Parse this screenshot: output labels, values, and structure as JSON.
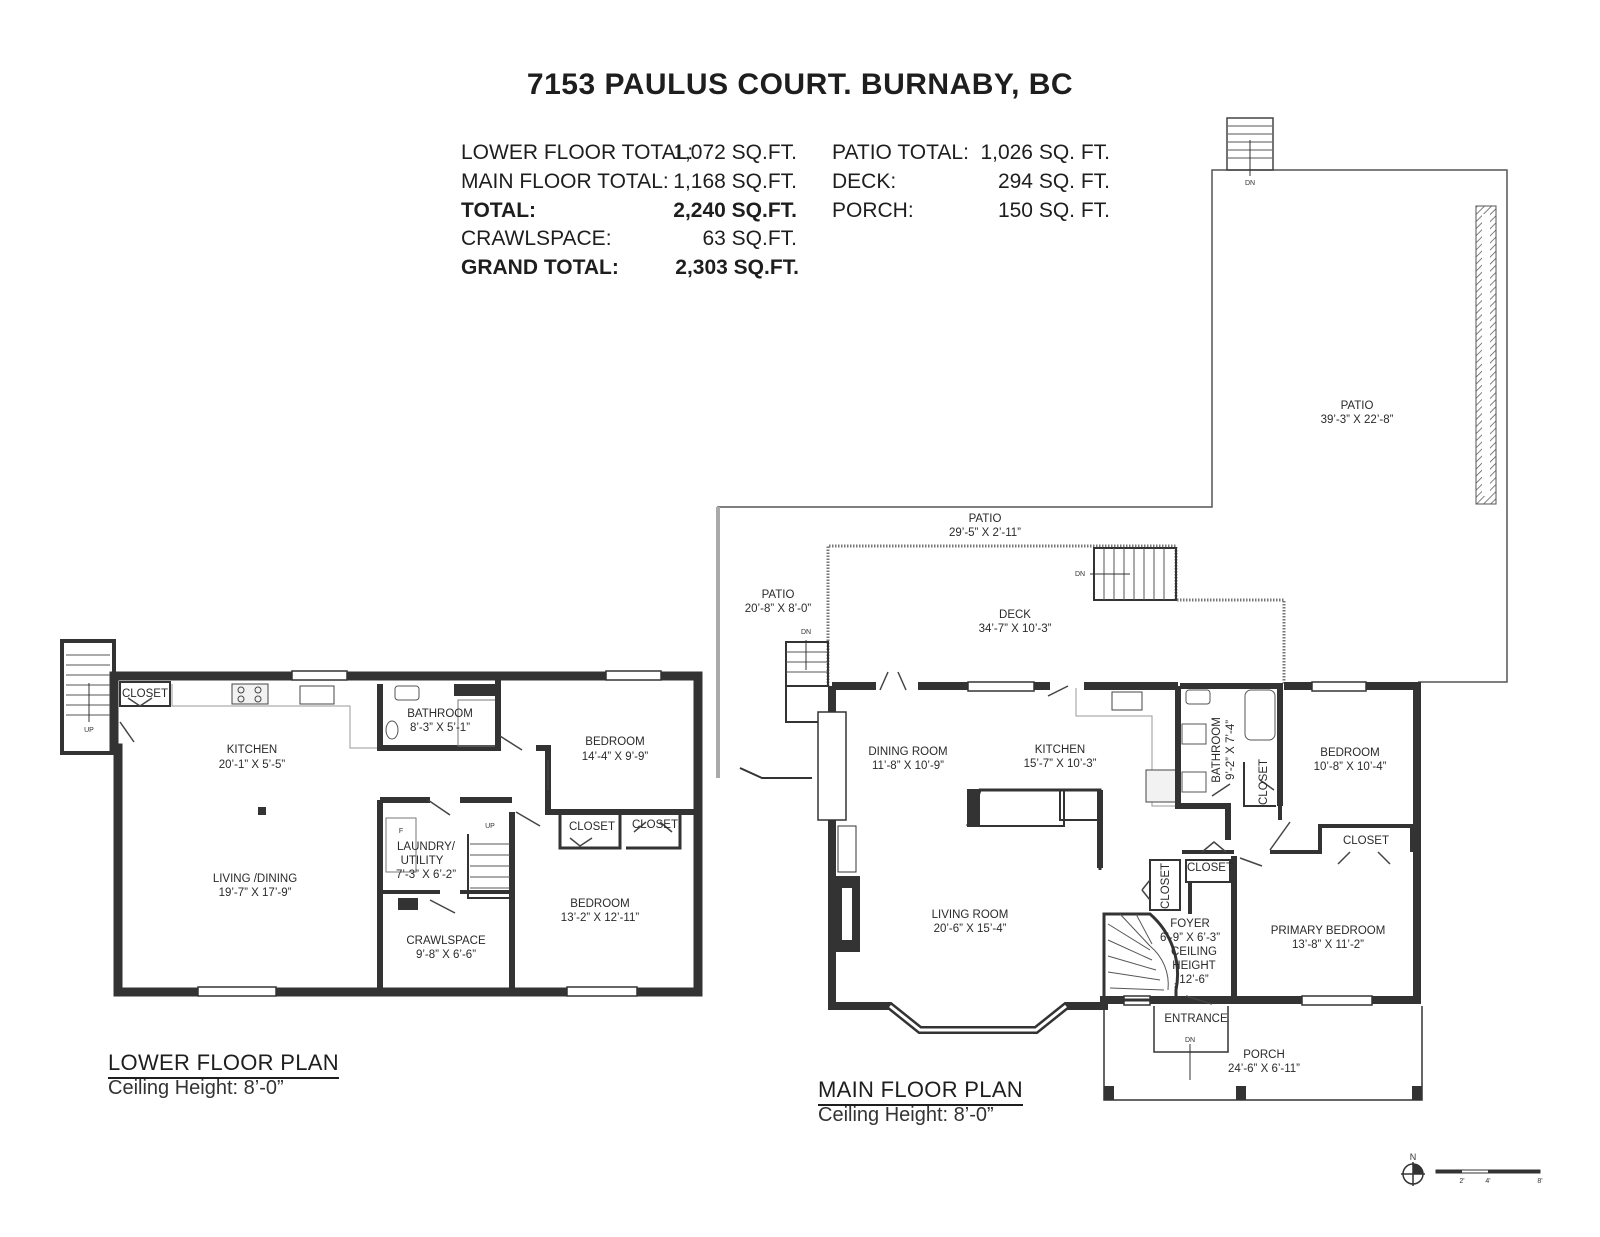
{
  "title": "7153 PAULUS COURT. BURNABY, BC",
  "totals_left": [
    {
      "label": "LOWER FLOOR TOTAL:",
      "value": "1,072 SQ.FT.",
      "bold": false
    },
    {
      "label": "MAIN FLOOR TOTAL:",
      "value": "1,168 SQ.FT.",
      "bold": false
    },
    {
      "label": "TOTAL:",
      "value": "2,240 SQ.FT.",
      "bold": true
    },
    {
      "label": "CRAWLSPACE:",
      "value": "63 SQ.FT.",
      "bold": false
    },
    {
      "label": "GRAND TOTAL:",
      "value": "2,303 SQ.FT.",
      "bold": true
    }
  ],
  "totals_right": [
    {
      "label": "PATIO TOTAL:",
      "value": "1,026 SQ. FT."
    },
    {
      "label": "DECK:",
      "value": "294 SQ. FT."
    },
    {
      "label": "PORCH:",
      "value": "150 SQ. FT."
    }
  ],
  "lower_floor": {
    "title": "LOWER FLOOR PLAN",
    "ceiling": "Ceiling Height: 8’-0”",
    "rooms": [
      {
        "name": "KITCHEN",
        "dims": "20’-1” X 5’-5”"
      },
      {
        "name": "LIVING /DINING",
        "dims": "19’-7” X 17’-9”"
      },
      {
        "name": "BATHROOM",
        "dims": "8’-3” X 5’-1”"
      },
      {
        "name": "BEDROOM",
        "dims": "14’-4” X 9’-9”"
      },
      {
        "name": "BEDROOM",
        "dims": "13’-2” X 12’-11”"
      },
      {
        "name": "LAUNDRY/",
        "dims": "UTILITY"
      },
      {
        "name": "7’-3” X 6’-2”",
        "dims": ""
      },
      {
        "name": "CRAWLSPACE",
        "dims": "9’-8” X 6’-6”"
      }
    ],
    "closets": [
      "CLOSET",
      "CLOSET",
      "CLOSET"
    ]
  },
  "main_floor": {
    "title": "MAIN FLOOR PLAN",
    "ceiling": "Ceiling Height: 8’-0”",
    "rooms": [
      {
        "name": "PATIO",
        "dims": "39’-3” X 22’-8”"
      },
      {
        "name": "PATIO",
        "dims": "29’-5” X 2’-11”"
      },
      {
        "name": "PATIO",
        "dims": "20’-8” X 8’-0”"
      },
      {
        "name": "DECK",
        "dims": "34’-7” X 10’-3”"
      },
      {
        "name": "DINING ROOM",
        "dims": "11’-8” X 10’-9”"
      },
      {
        "name": "KITCHEN",
        "dims": "15’-7” X 10’-3”"
      },
      {
        "name": "LIVING ROOM",
        "dims": "20’-6” X 15’-4”"
      },
      {
        "name": "BEDROOM",
        "dims": "10’-8” X 10’-4”"
      },
      {
        "name": "PRIMARY BEDROOM",
        "dims": "13’-8” X 11’-2”"
      },
      {
        "name": "PORCH",
        "dims": "24’-6” X 6’-11”"
      }
    ],
    "bathroom": {
      "name": "BATHROOM",
      "dims": "9’-2” X 7’-4”"
    },
    "foyer": [
      "FOYER",
      "6’-9” X 6’-3”",
      "CEILING",
      "HEIGHT",
      "12’-6”"
    ],
    "entrance": "ENTRANCE",
    "closets": [
      "CLOSET",
      "CLOSET",
      "CLOSET",
      "CLOSET"
    ]
  },
  "markers": {
    "up": "UP",
    "dn": "DN",
    "north": "N",
    "fridge": "F"
  },
  "scale": [
    "2'",
    "4'",
    "8'"
  ]
}
